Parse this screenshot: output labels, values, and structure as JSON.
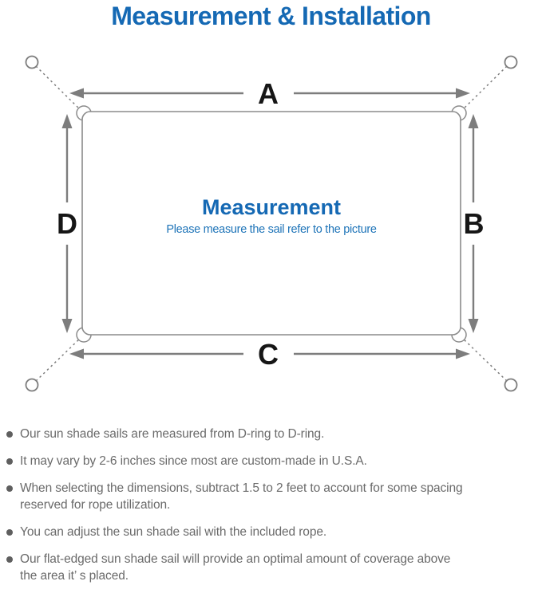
{
  "title": "Measurement & Installation",
  "colors": {
    "accent": "#1569b4",
    "subtitle_blue": "#1e74b8",
    "line_gray": "#7d7d7d",
    "border_gray": "#8b8b8b",
    "letter_black": "#161616",
    "note_text": "#6a6a6a",
    "note_dot": "#5f5f5f"
  },
  "diagram": {
    "label_a": "A",
    "label_b": "B",
    "label_c": "C",
    "label_d": "D",
    "center_title": "Measurement",
    "center_subtitle": "Please measure the sail refer to the picture"
  },
  "notes": [
    "Our sun shade sails are measured from D-ring to D-ring.",
    "It may vary by 2-6 inches since most are custom-made in U.S.A.",
    "When selecting the dimensions, subtract 1.5 to 2 feet to account for some spacing\nreserved for rope utilization.",
    "You can adjust the sun shade sail with the included rope.",
    "Our flat-edged sun shade sail will provide an optimal amount of coverage above\nthe area it’ s placed."
  ]
}
